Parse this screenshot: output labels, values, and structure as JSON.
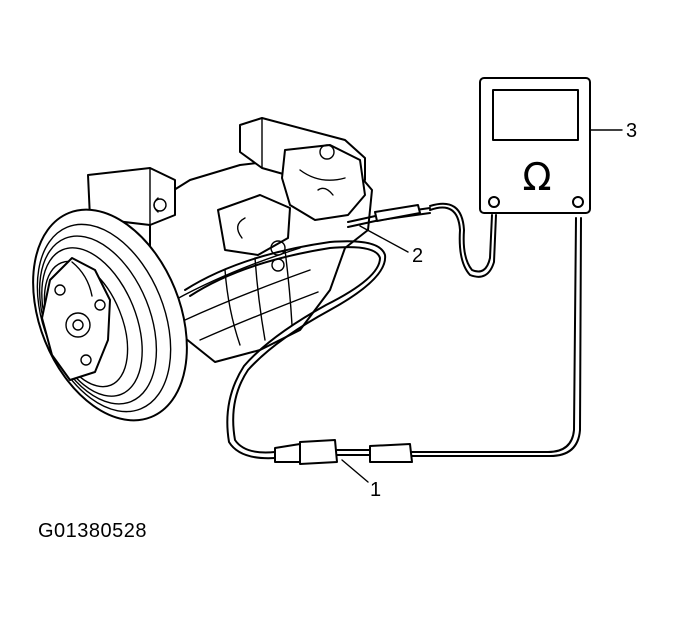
{
  "callouts": [
    {
      "id": "1",
      "label": "1"
    },
    {
      "id": "2",
      "label": "2"
    },
    {
      "id": "3",
      "label": "3"
    }
  ],
  "meter": {
    "symbol": "Ω"
  },
  "figure_id": "G01380528",
  "colors": {
    "ink": "#000000",
    "paper": "#ffffff"
  }
}
